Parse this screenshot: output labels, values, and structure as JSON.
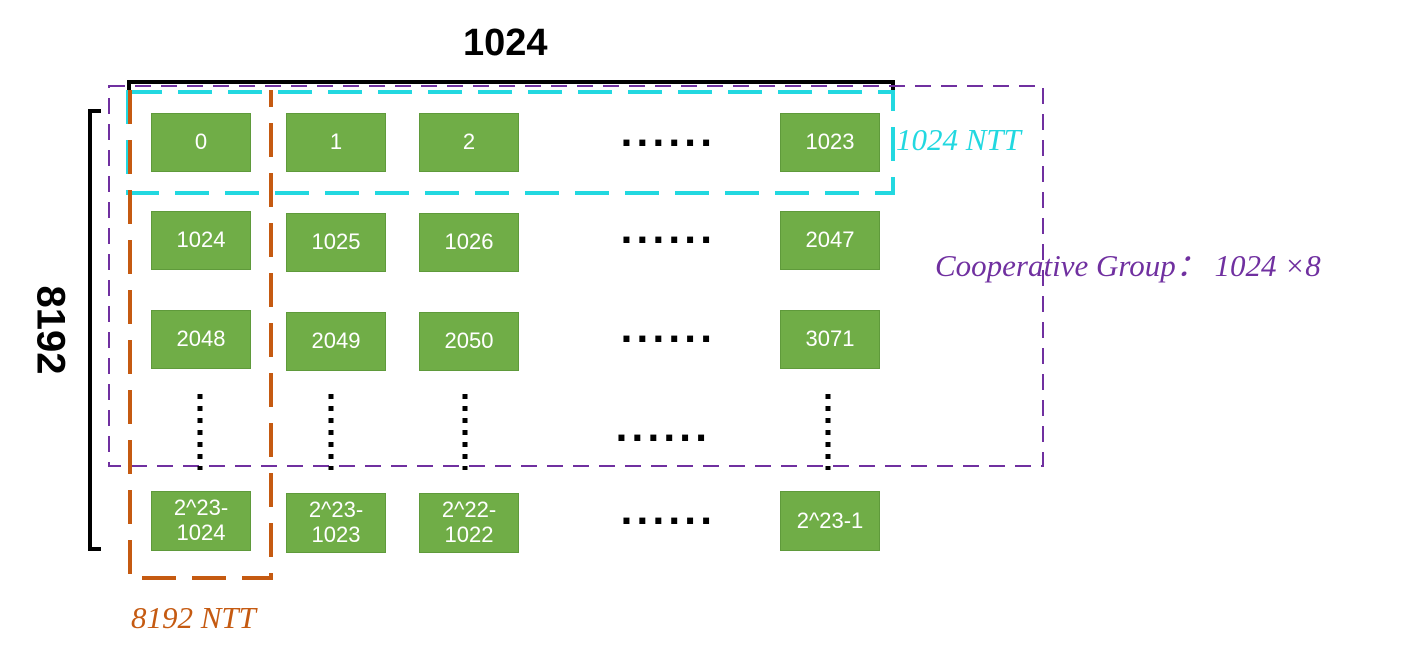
{
  "diagram": {
    "top_label": "1024",
    "side_label": "8192",
    "ntt_row_label": "1024 NTT",
    "ntt_col_label": "8192 NTT",
    "group_label": "Cooperative Group： 1024 ×8",
    "ellipsis": "......",
    "colors": {
      "cell_fill": "#70ad47",
      "row_ntt": "#22d8e0",
      "col_ntt": "#c55a11",
      "group": "#7030a0",
      "bracket": "#000000"
    },
    "rows": [
      [
        "0",
        "1",
        "2",
        "1023"
      ],
      [
        "1024",
        "1025",
        "1026",
        "2047"
      ],
      [
        "2048",
        "2049",
        "2050",
        "3071"
      ],
      [
        "2^23-\n1024",
        "2^23-\n1023",
        "2^22-\n1022",
        "2^23-1"
      ]
    ]
  }
}
